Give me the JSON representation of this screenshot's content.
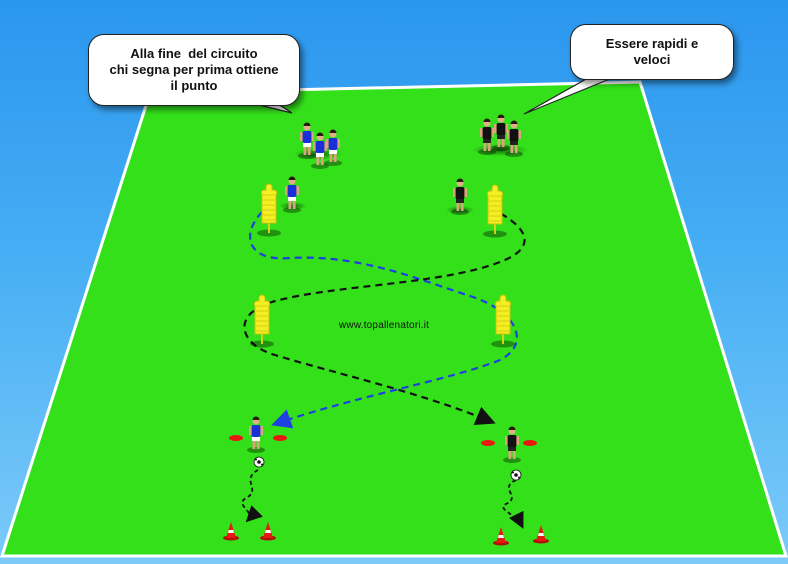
{
  "callouts": {
    "left": {
      "lines": [
        "Alla fine  del circuito",
        "chi segna per prima ottiene",
        "il punto"
      ]
    },
    "right": {
      "lines": [
        "Essere rapidi e",
        "veloci"
      ]
    }
  },
  "watermark": "www.topallenatori.it",
  "colors": {
    "field": "#33e01a",
    "sky": "#3ea6f2",
    "team_a": "#1b2fd6",
    "team_b": "#111111",
    "mannequin": "#f4ef22",
    "cone": "#e8170f",
    "path_a": "#1f3fe0",
    "path_b": "#111111"
  },
  "elements": {
    "mannequins": 4,
    "cones": 8,
    "balls": 2,
    "team_a_players": 5,
    "team_b_players": 5
  }
}
